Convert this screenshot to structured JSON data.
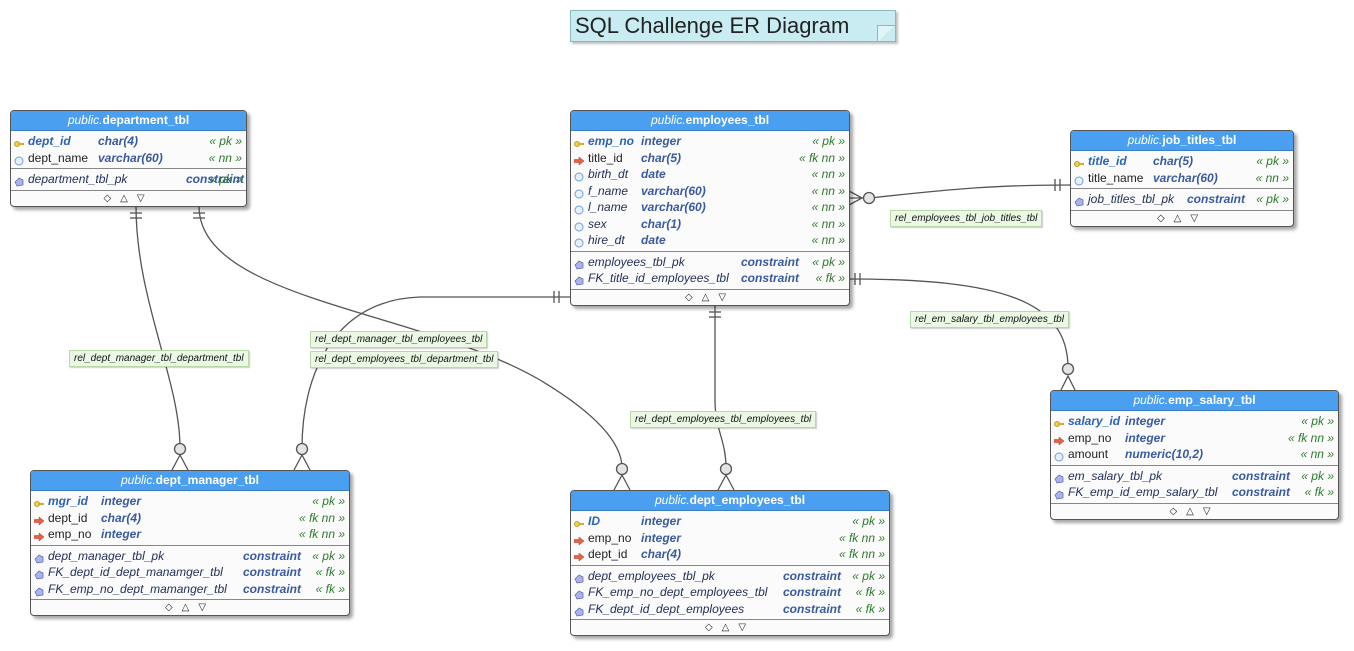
{
  "title": "SQL Challenge ER Diagram",
  "footer_glyphs": "◇△▽",
  "tables": {
    "department": {
      "schema": "public.",
      "name": "department_tbl",
      "columns": [
        {
          "name": "dept_id",
          "type": "char(4)",
          "tag": "« pk »",
          "icon": "key-icon"
        },
        {
          "name": "dept_name",
          "type": "varchar(60)",
          "tag": "« nn »",
          "icon": "column-icon"
        }
      ],
      "constraints": [
        {
          "name": "department_tbl_pk",
          "type": "constraint",
          "tag": "« pk »",
          "icon": "constraint-icon"
        }
      ]
    },
    "employees": {
      "schema": "public.",
      "name": "employees_tbl",
      "columns": [
        {
          "name": "emp_no",
          "type": "integer",
          "tag": "« pk »",
          "icon": "key-icon"
        },
        {
          "name": "title_id",
          "type": "char(5)",
          "tag": "« fk nn »",
          "icon": "foreign-key-icon"
        },
        {
          "name": "birth_dt",
          "type": "date",
          "tag": "« nn »",
          "icon": "column-icon"
        },
        {
          "name": "f_name",
          "type": "varchar(60)",
          "tag": "« nn »",
          "icon": "column-icon"
        },
        {
          "name": "l_name",
          "type": "varchar(60)",
          "tag": "« nn »",
          "icon": "column-icon"
        },
        {
          "name": "sex",
          "type": "char(1)",
          "tag": "« nn »",
          "icon": "column-icon"
        },
        {
          "name": "hire_dt",
          "type": "date",
          "tag": "« nn »",
          "icon": "column-icon"
        }
      ],
      "constraints": [
        {
          "name": "employees_tbl_pk",
          "type": "constraint",
          "tag": "« pk »",
          "icon": "constraint-icon"
        },
        {
          "name": "FK_title_id_employees_tbl",
          "type": "constraint",
          "tag": "« fk »",
          "icon": "constraint-icon"
        }
      ]
    },
    "job_titles": {
      "schema": "public.",
      "name": "job_titles_tbl",
      "columns": [
        {
          "name": "title_id",
          "type": "char(5)",
          "tag": "« pk »",
          "icon": "key-icon"
        },
        {
          "name": "title_name",
          "type": "varchar(60)",
          "tag": "« nn »",
          "icon": "column-icon"
        }
      ],
      "constraints": [
        {
          "name": "job_titles_tbl_pk",
          "type": "constraint",
          "tag": "« pk »",
          "icon": "constraint-icon"
        }
      ]
    },
    "dept_manager": {
      "schema": "public.",
      "name": "dept_manager_tbl",
      "columns": [
        {
          "name": "mgr_id",
          "type": "integer",
          "tag": "« pk »",
          "icon": "key-icon"
        },
        {
          "name": "dept_id",
          "type": "char(4)",
          "tag": "« fk nn »",
          "icon": "foreign-key-icon"
        },
        {
          "name": "emp_no",
          "type": "integer",
          "tag": "« fk nn »",
          "icon": "foreign-key-icon"
        }
      ],
      "constraints": [
        {
          "name": "dept_manager_tbl_pk",
          "type": "constraint",
          "tag": "« pk »",
          "icon": "constraint-icon"
        },
        {
          "name": "FK_dept_id_dept_manamger_tbl",
          "type": "constraint",
          "tag": "« fk »",
          "icon": "constraint-icon"
        },
        {
          "name": "FK_emp_no_dept_mamanger_tbl",
          "type": "constraint",
          "tag": "« fk »",
          "icon": "constraint-icon"
        }
      ]
    },
    "dept_employees": {
      "schema": "public.",
      "name": "dept_employees_tbl",
      "columns": [
        {
          "name": "ID",
          "type": "integer",
          "tag": "« pk »",
          "icon": "key-icon"
        },
        {
          "name": "emp_no",
          "type": "integer",
          "tag": "« fk nn »",
          "icon": "foreign-key-icon"
        },
        {
          "name": "dept_id",
          "type": "char(4)",
          "tag": "« fk nn »",
          "icon": "foreign-key-icon"
        }
      ],
      "constraints": [
        {
          "name": "dept_employees_tbl_pk",
          "type": "constraint",
          "tag": "« pk »",
          "icon": "constraint-icon"
        },
        {
          "name": "FK_emp_no_dept_employees_tbl",
          "type": "constraint",
          "tag": "« fk »",
          "icon": "constraint-icon"
        },
        {
          "name": "FK_dept_id_dept_employees",
          "type": "constraint",
          "tag": "« fk »",
          "icon": "constraint-icon"
        }
      ]
    },
    "emp_salary": {
      "schema": "public.",
      "name": "emp_salary_tbl",
      "columns": [
        {
          "name": "salary_id",
          "type": "integer",
          "tag": "« pk »",
          "icon": "key-icon"
        },
        {
          "name": "emp_no",
          "type": "integer",
          "tag": "« fk nn »",
          "icon": "foreign-key-icon"
        },
        {
          "name": "amount",
          "type": "numeric(10,2)",
          "tag": "« nn »",
          "icon": "column-icon"
        }
      ],
      "constraints": [
        {
          "name": "em_salary_tbl_pk",
          "type": "constraint",
          "tag": "« pk »",
          "icon": "constraint-icon"
        },
        {
          "name": "FK_emp_id_emp_salary_tbl",
          "type": "constraint",
          "tag": "« fk »",
          "icon": "constraint-icon"
        }
      ]
    }
  },
  "relationships": {
    "emp_job_titles": "rel_employees_tbl_job_titles_tbl",
    "salary_emp": "rel_em_salary_tbl_employees_tbl",
    "mgr_dept": "rel_dept_manager_tbl_department_tbl",
    "mgr_emp": "rel_dept_manager_tbl_employees_tbl",
    "deptemp_dept": "rel_dept_employees_tbl_department_tbl",
    "deptemp_emp": "rel_dept_employees_tbl_employees_tbl"
  },
  "colors": {
    "header": "#4a9ff0",
    "pk_text": "#2a63b8",
    "tag_text": "#2c7a2c",
    "label_bg": "#eaf8e4",
    "title_bg": "#c8ecf2"
  }
}
